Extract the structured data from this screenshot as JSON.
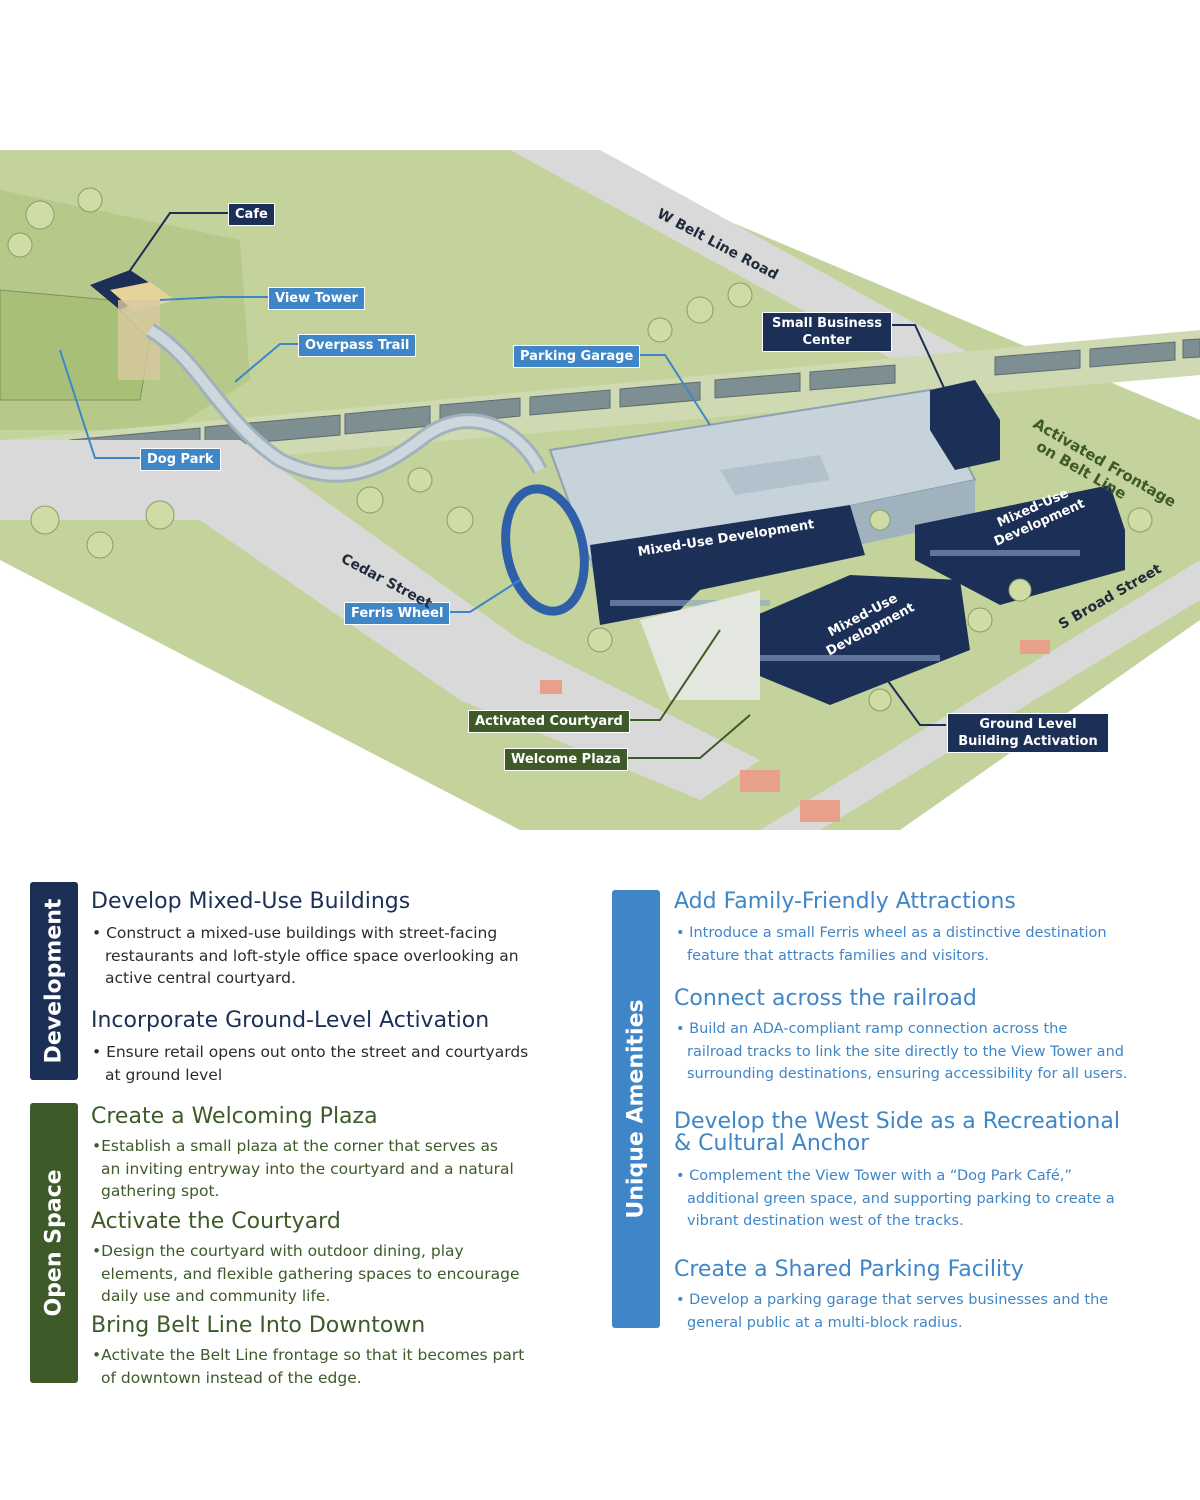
{
  "map": {
    "callouts": {
      "cafe": "Cafe",
      "view_tower": "View Tower",
      "overpass_trail": "Overpass Trail",
      "parking_garage": "Parking Garage",
      "small_business_center_1": "Small Business",
      "small_business_center_2": "Center",
      "dog_park": "Dog Park",
      "ferris_wheel": "Ferris Wheel",
      "activated_courtyard": "Activated Courtyard",
      "welcome_plaza": "Welcome Plaza",
      "ground_level_1": "Ground Level",
      "ground_level_2": "Building Activation"
    },
    "streets": {
      "w_belt_line_road": "W Belt Line Road",
      "cedar_street": "Cedar Street",
      "s_broad_street": "S Broad Street",
      "activated_frontage_1": "Activated Frontage",
      "activated_frontage_2": "on Belt Line"
    },
    "buildings": {
      "mixed_use_1": "Mixed-Use Development",
      "mixed_use_2a": "Mixed-Use",
      "mixed_use_2b": "Development",
      "mixed_use_3a": "Mixed-Use",
      "mixed_use_3b": "Development"
    },
    "colors": {
      "navy": "#1c2f57",
      "blue": "#3f86c8",
      "green": "#3d5a28",
      "grass": "#b6c98a",
      "road": "#d9d9d9"
    }
  },
  "sections": {
    "development": {
      "tab": "Development",
      "items": [
        {
          "title": "Develop Mixed-Use Buildings",
          "lines": [
            "• Construct a mixed-use buildings with street-facing",
            "restaurants and loft-style office space overlooking an",
            "active central courtyard."
          ]
        },
        {
          "title": "Incorporate Ground-Level Activation",
          "lines": [
            "• Ensure retail opens out onto the street and courtyards",
            "at ground level"
          ]
        }
      ]
    },
    "open_space": {
      "tab": "Open Space",
      "items": [
        {
          "title": "Create a Welcoming Plaza",
          "lines": [
            "•Establish a small plaza at the corner that serves as",
            "an inviting entryway into the courtyard and a natural",
            "gathering spot."
          ]
        },
        {
          "title": "Activate the Courtyard",
          "lines": [
            "•Design the courtyard with outdoor dining, play",
            "elements, and flexible gathering spaces to encourage",
            "daily use and community life."
          ]
        },
        {
          "title": "Bring Belt Line Into Downtown",
          "lines": [
            "•Activate the Belt Line frontage so that it becomes part",
            "of downtown instead of the edge."
          ]
        }
      ]
    },
    "unique_amenities": {
      "tab": "Unique Amenities",
      "items": [
        {
          "title": "Add Family-Friendly Attractions",
          "lines": [
            "• Introduce a small Ferris wheel as a distinctive destination",
            "feature that attracts families and visitors."
          ]
        },
        {
          "title": "Connect across the railroad",
          "lines": [
            "• Build an ADA-compliant ramp connection across the",
            "railroad tracks to link the site directly to the View Tower and",
            "surrounding destinations, ensuring accessibility for all users."
          ]
        },
        {
          "title_lines": [
            "Develop the West Side as a Recreational",
            "& Cultural Anchor"
          ],
          "lines": [
            "• Complement the View Tower with a “Dog Park Café,”",
            "additional green space, and supporting parking to create a",
            "vibrant destination west of the tracks."
          ]
        },
        {
          "title": "Create a Shared Parking Facility",
          "lines": [
            "•  Develop a parking garage that serves businesses and the",
            "general public at a multi-block radius."
          ]
        }
      ]
    }
  }
}
